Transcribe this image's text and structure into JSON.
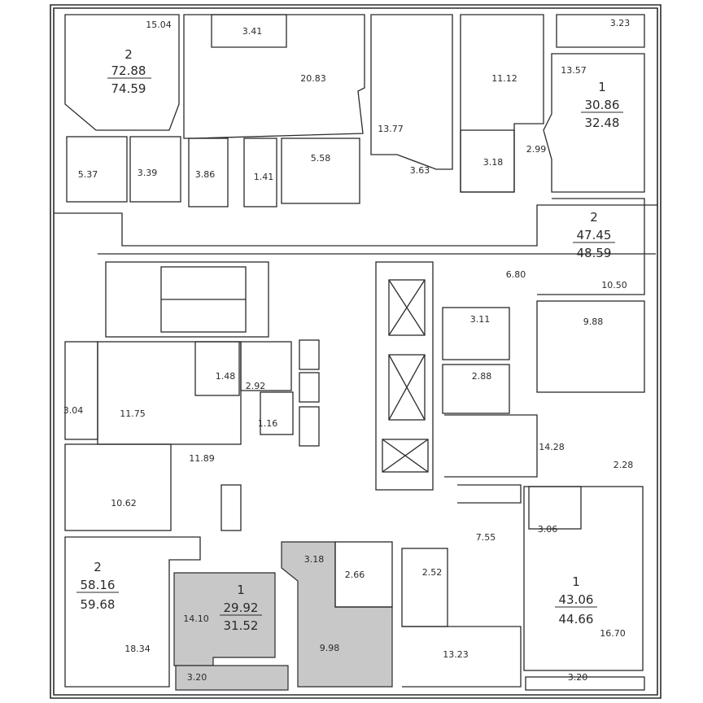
{
  "colors": {
    "wall": "#2a2a2a",
    "highlight": "#c8c8c8",
    "background": "#ffffff"
  },
  "apartments": [
    {
      "id": "a-top-left",
      "rooms": "2",
      "living": "72.88",
      "total": "74.59"
    },
    {
      "id": "a-top-right",
      "rooms": "1",
      "living": "30.86",
      "total": "32.48"
    },
    {
      "id": "a-right-upper",
      "rooms": "2",
      "living": "47.45",
      "total": "48.59"
    },
    {
      "id": "a-bottom-left",
      "rooms": "2",
      "living": "58.16",
      "total": "59.68"
    },
    {
      "id": "a-bottom-center",
      "rooms": "1",
      "living": "29.92",
      "total": "31.52"
    },
    {
      "id": "a-bottom-right",
      "rooms": "1",
      "living": "43.06",
      "total": "44.66"
    }
  ],
  "rooms": [
    "15.04",
    "3.41",
    "20.83",
    "13.77",
    "11.12",
    "3.23",
    "13.57",
    "5.37",
    "3.39",
    "3.86",
    "1.41",
    "5.58",
    "3.63",
    "3.18",
    "2.99",
    "6.80",
    "10.50",
    "3.11",
    "9.88",
    "2.88",
    "3.04",
    "11.75",
    "1.48",
    "2.92",
    "1.16",
    "11.89",
    "14.28",
    "2.28",
    "10.62",
    "7.55",
    "3.06",
    "18.34",
    "14.10",
    "3.18",
    "2.66",
    "2.52",
    "9.98",
    "13.23",
    "16.70",
    "3.20",
    "3.20"
  ]
}
